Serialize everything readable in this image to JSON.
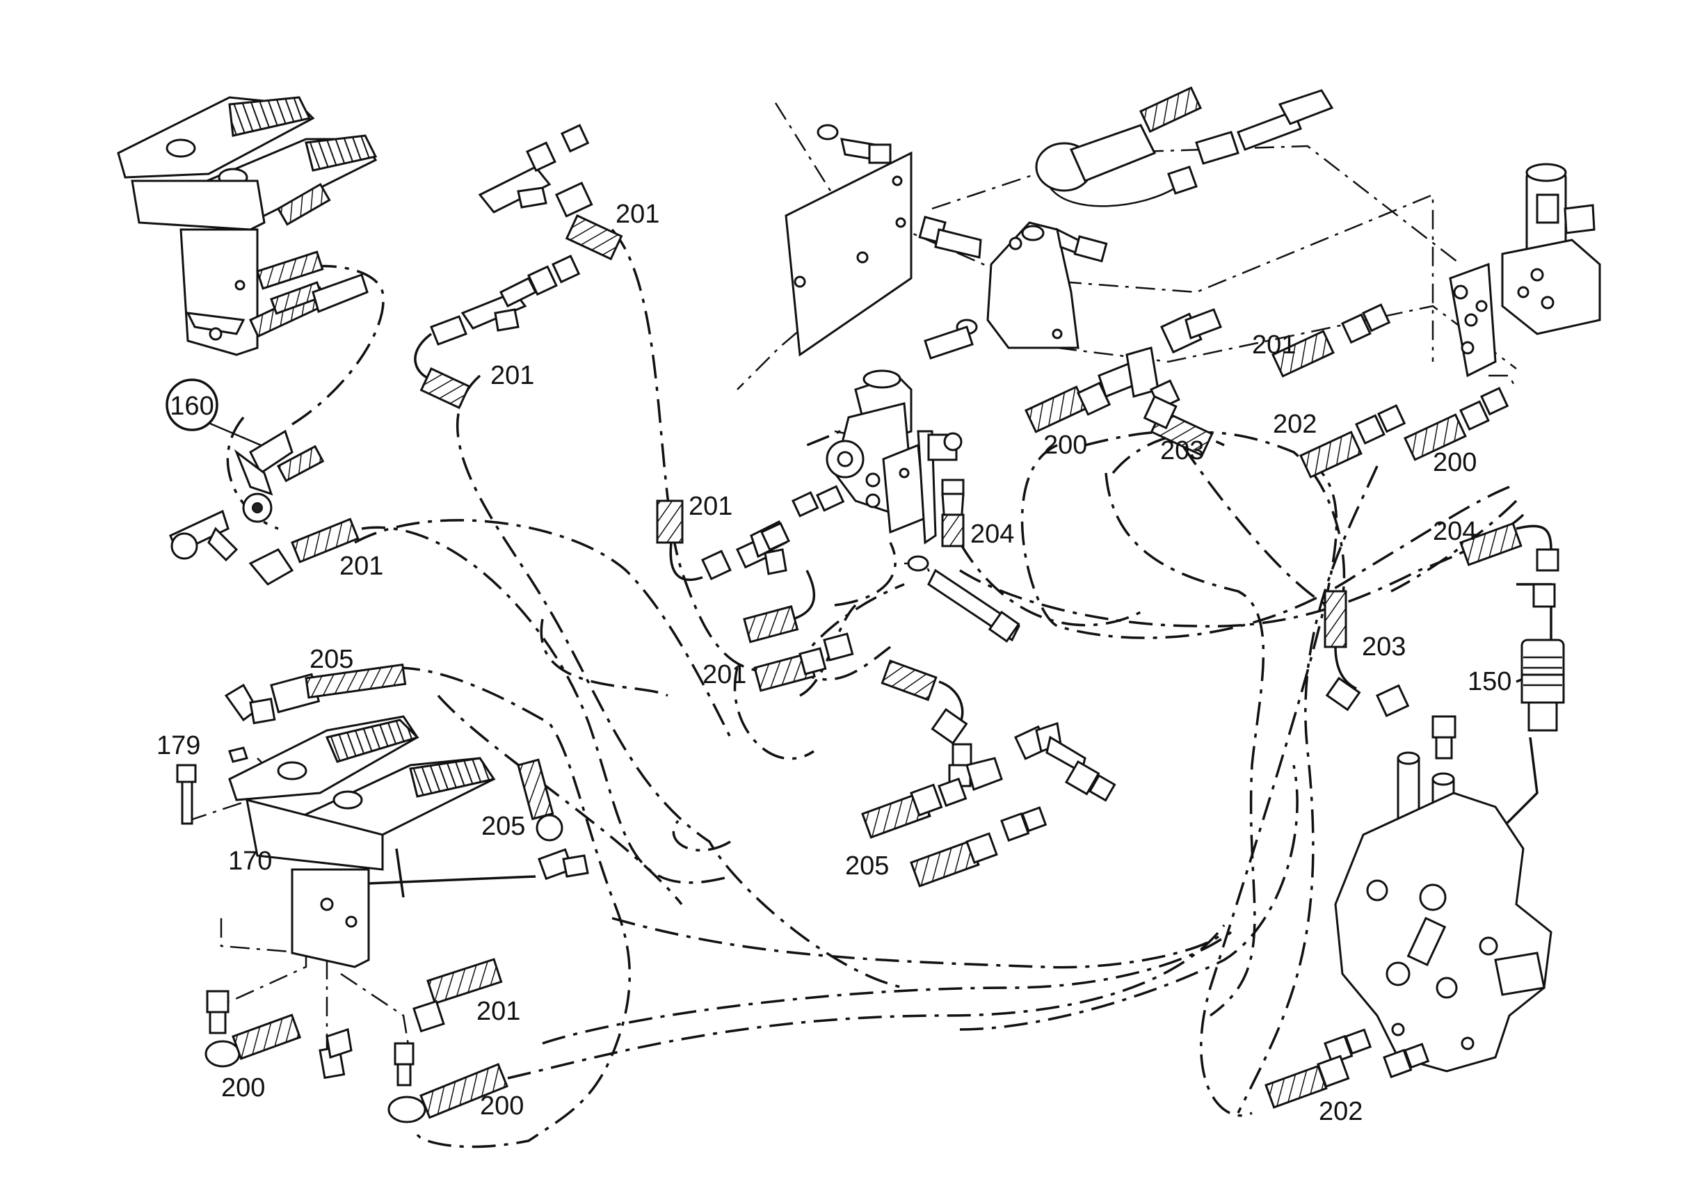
{
  "diagram": {
    "callouts": [
      {
        "id": "c160",
        "label": "160",
        "circled": true
      },
      {
        "id": "c201a",
        "label": "201"
      },
      {
        "id": "c201b",
        "label": "201"
      },
      {
        "id": "c201c",
        "label": "201"
      },
      {
        "id": "c201d",
        "label": "201"
      },
      {
        "id": "c201e",
        "label": "201"
      },
      {
        "id": "c201f",
        "label": "201"
      },
      {
        "id": "c201g",
        "label": "201"
      },
      {
        "id": "c200a",
        "label": "200"
      },
      {
        "id": "c200b",
        "label": "200"
      },
      {
        "id": "c200c",
        "label": "200"
      },
      {
        "id": "c200d",
        "label": "200"
      },
      {
        "id": "c202a",
        "label": "202"
      },
      {
        "id": "c202b",
        "label": "202"
      },
      {
        "id": "c203a",
        "label": "203"
      },
      {
        "id": "c203b",
        "label": "203"
      },
      {
        "id": "c204a",
        "label": "204"
      },
      {
        "id": "c204b",
        "label": "204"
      },
      {
        "id": "c205a",
        "label": "205"
      },
      {
        "id": "c205b",
        "label": "205"
      },
      {
        "id": "c205c",
        "label": "205"
      },
      {
        "id": "c179",
        "label": "179"
      },
      {
        "id": "c170",
        "label": "170"
      },
      {
        "id": "c150",
        "label": "150"
      }
    ]
  }
}
